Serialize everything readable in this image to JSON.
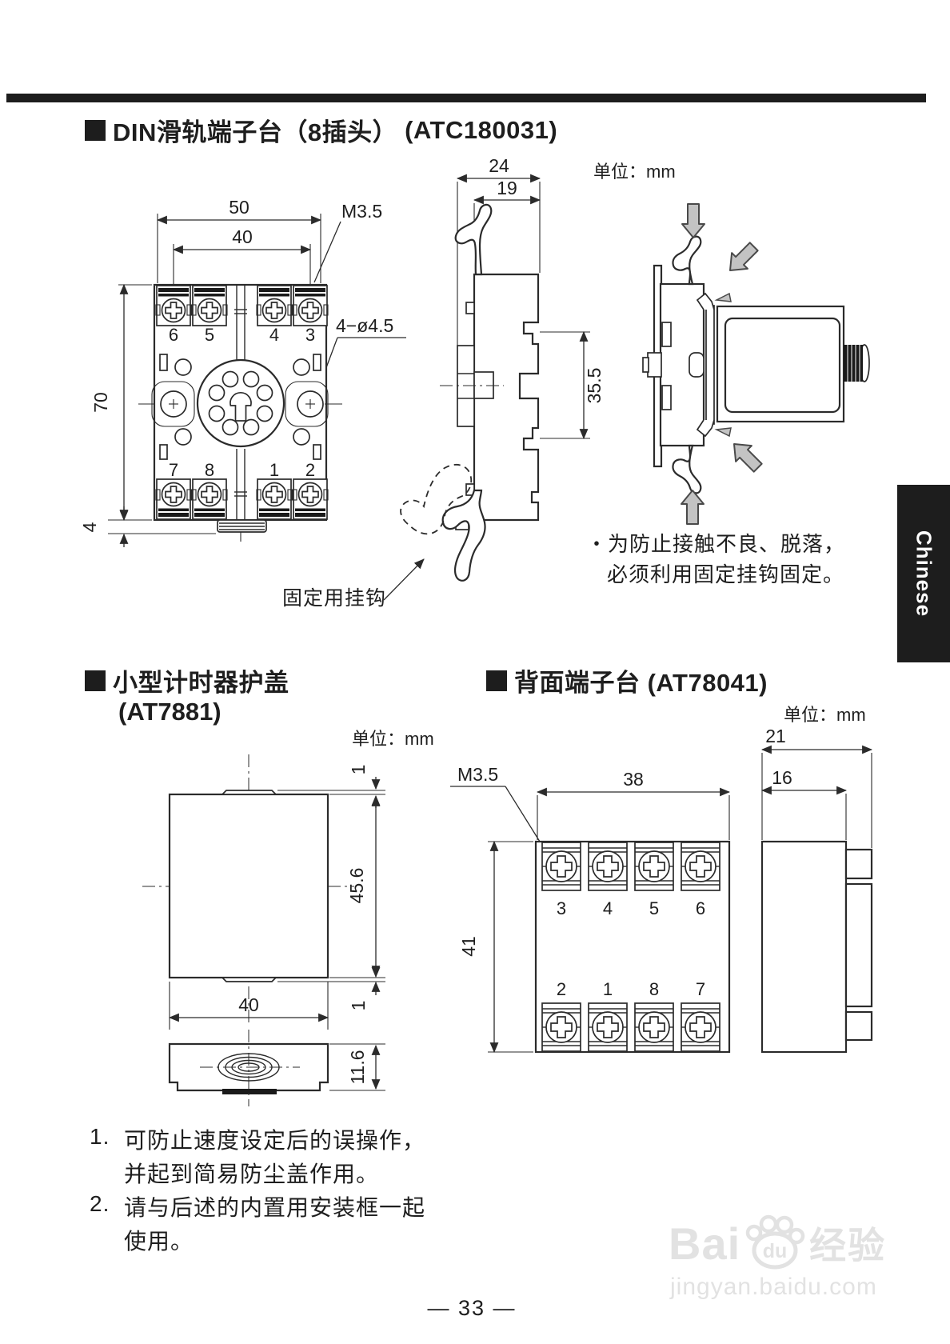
{
  "page": {
    "sidebar_tab": "Chinese",
    "page_number": "— 33 —"
  },
  "s1": {
    "title": "DIN滑轨端子台（8插头）",
    "code": "(ATC180031)",
    "unit": "单位：mm",
    "front": {
      "dim50": "50",
      "dim40": "40",
      "dim70": "70",
      "dim4": "4",
      "m35": "M3.5",
      "holes": "4−ø4.5",
      "top_terms": [
        "6",
        "5",
        "4",
        "3"
      ],
      "bot_terms": [
        "7",
        "8",
        "1",
        "2"
      ]
    },
    "side": {
      "dim24": "24",
      "dim19": "19",
      "dim355": "35.5"
    },
    "hook_label": "固定用挂钩",
    "note1": "・为防止接触不良、脱落，",
    "note2": "必须利用固定挂钩固定。"
  },
  "s2": {
    "title": "小型计时器护盖",
    "code": "(AT7881)",
    "unit": "单位：mm",
    "front": {
      "dim1top": "1",
      "dim456": "45.6",
      "dim1bot": "1",
      "dim40": "40"
    },
    "side": {
      "dim116": "11.6"
    }
  },
  "s3": {
    "title": "背面端子台 (AT78041)",
    "unit": "单位：mm",
    "front": {
      "m35": "M3.5",
      "dim38": "38",
      "dim41": "41",
      "top_terms": [
        "3",
        "4",
        "5",
        "6"
      ],
      "bot_terms": [
        "2",
        "1",
        "8",
        "7"
      ]
    },
    "side": {
      "dim21": "21",
      "dim16": "16"
    }
  },
  "notes": [
    {
      "num": "1.",
      "lines": [
        "可防止速度设定后的误操作，",
        "并起到简易防尘盖作用。"
      ]
    },
    {
      "num": "2.",
      "lines": [
        "请与后述的内置用安装框一起",
        "使用。"
      ]
    }
  ],
  "watermark": {
    "bai": "Bai",
    "du": "du",
    "jingyan": "经验",
    "url": "jingyan.baidu.com"
  }
}
